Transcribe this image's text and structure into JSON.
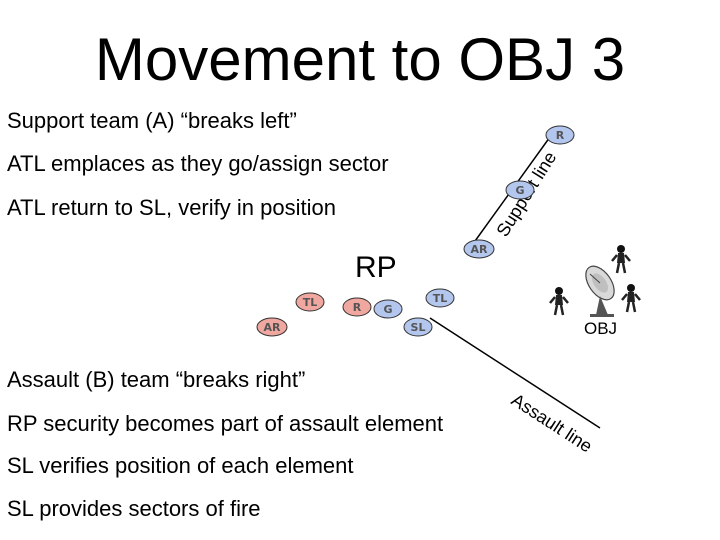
{
  "title": "Movement to OBJ 3",
  "bullets_top": [
    "Support team (A) “breaks left”",
    "ATL emplaces as they go/assign sector",
    "ATL return to SL, verify in position"
  ],
  "bullets_bottom": [
    "Assault (B) team “breaks right”",
    "RP security becomes part of assault element",
    "SL verifies position of each element",
    "SL provides sectors of fire"
  ],
  "rp_label": "RP",
  "obj_label": "OBJ",
  "support_line_label": "Support line",
  "assault_line_label": "Assault line",
  "markers": {
    "support_r": "R",
    "support_g": "G",
    "support_ar": "AR",
    "tl_left": "TL",
    "r_center": "R",
    "g_center": "G",
    "ar_left": "AR",
    "tl_right": "TL",
    "sl": "SL"
  },
  "colors": {
    "blue_fill": "#b3c6ee",
    "red_fill": "#f0a7a0",
    "outline": "#333333",
    "badge_text": "#555555"
  }
}
